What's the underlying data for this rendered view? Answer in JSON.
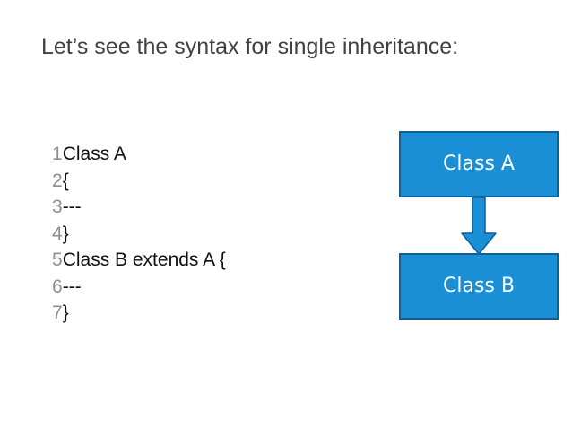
{
  "slide": {
    "title": "Let’s see the syntax for single inheritance:"
  },
  "code": {
    "lines": [
      {
        "num": "1",
        "text": "Class A"
      },
      {
        "num": "2",
        "text": "{"
      },
      {
        "num": "3",
        "text": "---"
      },
      {
        "num": "4",
        "text": "}"
      },
      {
        "num": "5",
        "text": "Class B extends A {"
      },
      {
        "num": "6",
        "text": "---"
      },
      {
        "num": "7",
        "text": "}"
      }
    ]
  },
  "diagram": {
    "parent_label": "Class A",
    "child_label": "Class B",
    "box_color": "#1a8fd6",
    "box_border_color": "#0f5f99",
    "arrow_color": "#1a8fd6",
    "arrow_icon": "down-arrow-icon"
  }
}
